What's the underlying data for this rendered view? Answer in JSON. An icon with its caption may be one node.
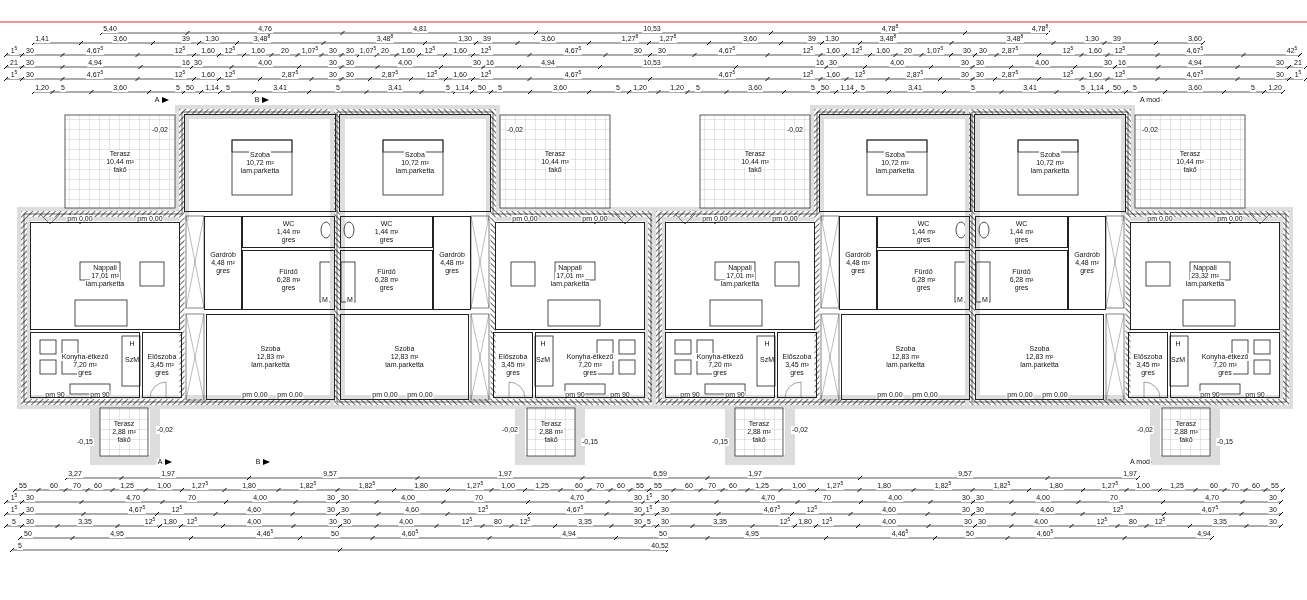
{
  "diagram": {
    "nodes": [
      {
        "text": [
          "Terasz",
          "10,44 m²",
          "fakő"
        ]
      },
      {
        "text": [
          "Nappali",
          "17,01 m²",
          "lam.parketta"
        ]
      },
      {
        "text": [
          "Konyha-étkező",
          "7,20 m²",
          "gres"
        ]
      },
      {
        "text": [
          "Előszoba",
          "3,45 m²",
          "gres"
        ]
      },
      {
        "text": [
          "Szoba",
          "10,72 m²",
          "lam.parketta"
        ]
      },
      {
        "text": [
          "Gardrób",
          "4,48 m²",
          "gres"
        ]
      },
      {
        "text": [
          "WC",
          "1,44 m²",
          "gres"
        ]
      },
      {
        "text": [
          "Fürdő",
          "6,28 m²",
          "gres"
        ]
      },
      {
        "text": [
          "Szoba",
          "12,83 m²",
          "lam.parketta"
        ]
      },
      {
        "text": [
          "Terasz",
          "2,88 m²",
          "fakő"
        ]
      },
      {
        "text": [
          "Terasz",
          "10,44 m²",
          "fakő"
        ]
      },
      {
        "text": [
          "Nappali",
          "17,01 m²",
          "lam.parketta"
        ]
      },
      {
        "text": [
          "Konyha-étkező",
          "7,20 m²",
          "gres"
        ]
      },
      {
        "text": [
          "Előszoba",
          "3,45 m²",
          "gres"
        ]
      },
      {
        "text": [
          "Szoba",
          "10,72 m²",
          "lam.parketta"
        ]
      },
      {
        "text": [
          "Gardrób",
          "4,48 m²",
          "gres"
        ]
      },
      {
        "text": [
          "WC",
          "1,44 m²",
          "gres"
        ]
      },
      {
        "text": [
          "Fürdő",
          "6,28 m²",
          "gres"
        ]
      },
      {
        "text": [
          "Szoba",
          "12,83 m²",
          "lam.parketta"
        ]
      },
      {
        "text": [
          "Terasz",
          "2,88 m²",
          "fakő"
        ]
      },
      {
        "text": [
          "Terasz",
          "10,44 m²",
          "fakő"
        ]
      },
      {
        "text": [
          "Nappali",
          "17,01 m²",
          "lam.parketta"
        ]
      },
      {
        "text": [
          "Konyha-étkező",
          "7,20 m²",
          "gres"
        ]
      },
      {
        "text": [
          "Előszoba",
          "3,45 m²",
          "gres"
        ]
      },
      {
        "text": [
          "Szoba",
          "10,72 m²",
          "lam.parketta"
        ]
      },
      {
        "text": [
          "Gardrób",
          "4,48 m²",
          "gres"
        ]
      },
      {
        "text": [
          "WC",
          "1,44 m²",
          "gres"
        ]
      },
      {
        "text": [
          "Fürdő",
          "6,28 m²",
          "gres"
        ]
      },
      {
        "text": [
          "Szoba",
          "12,83 m²",
          "lam.parketta"
        ]
      },
      {
        "text": [
          "Terasz",
          "2,88 m²",
          "fakő"
        ]
      },
      {
        "text": [
          "Terasz",
          "10,44 m²",
          "fakő"
        ]
      },
      {
        "text": [
          "Nappali",
          "23,32 m²",
          "lam.parketta"
        ]
      },
      {
        "text": [
          "Konyha-étkező",
          "7,20 m²",
          "gres"
        ]
      },
      {
        "text": [
          "Előszoba",
          "3,45 m²",
          "gres"
        ]
      },
      {
        "text": [
          "Szoba",
          "10,72 m²",
          "lam.parketta"
        ]
      },
      {
        "text": [
          "Gardrób",
          "4,48 m²",
          "gres"
        ]
      },
      {
        "text": [
          "WC",
          "1,44 m²",
          "gres"
        ]
      },
      {
        "text": [
          "Fürdő",
          "6,28 m²",
          "gres"
        ]
      },
      {
        "text": [
          "Szoba",
          "12,83 m²",
          "lam.parketta"
        ]
      },
      {
        "text": [
          "Terasz",
          "2,88 m²",
          "fakő"
        ]
      }
    ],
    "labels": [
      "5,40",
      "4,76",
      "4,81",
      "10,53",
      "4,78$^{8}$",
      "4,78$^{8}$",
      "1,41",
      "3,60",
      "39",
      "1,30",
      "3,48$^{8}$",
      "3,48$^{8}$",
      "1,30",
      "39",
      "3,60",
      "1,27$^{8}$",
      "1,27$^{8}$",
      "3,60",
      "39",
      "1,30",
      "3,48$^{8}$",
      "3,48$^{8}$",
      "1,30",
      "39",
      "3,60",
      "1$^{5}$",
      "30",
      "4,67$^{5}$",
      "12$^{5}$",
      "1,60",
      "12$^{5}$",
      "1,60",
      "20",
      "1,07$^{5}$",
      "30",
      "30",
      "1,07$^{5}$",
      "20",
      "1,60",
      "12$^{5}$",
      "1,60",
      "12$^{5}$",
      "4,67$^{5}$",
      "30",
      "30",
      "4,67$^{5}$",
      "12$^{5}$",
      "1,60",
      "12$^{5}$",
      "1,60",
      "20",
      "1,07$^{5}$",
      "30",
      "30",
      "2,87$^{5}$",
      "12$^{5}$",
      "1,60",
      "12$^{5}$",
      "4,67$^{5}$",
      "42$^{5}$",
      "21",
      "30",
      "4,94",
      "16",
      "30",
      "4,00",
      "30",
      "30",
      "4,00",
      "30",
      "16",
      "4,94",
      "10,53",
      "16",
      "30",
      "4,00",
      "30",
      "30",
      "4,00",
      "30",
      "16",
      "4,94",
      "30",
      "21",
      "1$^{5}$",
      "30",
      "4,67$^{5}$",
      "12$^{5}$",
      "1,60",
      "12$^{5}$",
      "2,87$^{5}$",
      "30",
      "30",
      "2,87$^{5}$",
      "12$^{5}$",
      "1,60",
      "12$^{5}$",
      "4,67$^{5}$",
      "4,67$^{5}$",
      "12$^{5}$",
      "1,60",
      "12$^{5}$",
      "2,87$^{5}$",
      "30",
      "30",
      "2,87$^{5}$",
      "12$^{5}$",
      "1,60",
      "12$^{5}$",
      "4,67$^{5}$",
      "30",
      "1$^{5}$",
      "1,20",
      "5",
      "3,60",
      "5",
      "50",
      "1,14",
      "5",
      "3,41",
      "5",
      "3,41",
      "5",
      "1,14",
      "50",
      "5",
      "3,60",
      "5",
      "1,20",
      "1,20",
      "5",
      "3,60",
      "5",
      "50",
      "1,14",
      "5",
      "3,41",
      "5",
      "3,41",
      "5",
      "1,14",
      "50",
      "5",
      "3,60",
      "5",
      "1,20",
      "3,27",
      "1,97",
      "9,57",
      "1,97",
      "6,59",
      "1,97",
      "9,57",
      "1,97",
      "55",
      "60",
      "70",
      "60",
      "1,25",
      "1,00",
      "1,27$^{5}$",
      "1,80",
      "1,82$^{5}$",
      "1,82$^{5}$",
      "1,80",
      "1,27$^{5}$",
      "1,00",
      "1,25",
      "60",
      "70",
      "60",
      "55",
      "55",
      "60",
      "70",
      "60",
      "1,25",
      "1,00",
      "1,27$^{5}$",
      "1,80",
      "1,82$^{5}$",
      "1,82$^{5}$",
      "1,80",
      "1,27$^{5}$",
      "1,00",
      "1,25",
      "60",
      "70",
      "60",
      "55",
      "1$^{5}$",
      "30",
      "4,70",
      "70",
      "4,00",
      "30",
      "30",
      "4,00",
      "70",
      "4,70",
      "30",
      "1$^{5}$",
      "30",
      "4,70",
      "70",
      "4,00",
      "30",
      "30",
      "4,00",
      "70",
      "4,70",
      "30",
      "1$^{5}$",
      "30",
      "4,67$^{5}$",
      "12$^{5}$",
      "4,60",
      "30",
      "30",
      "4,60",
      "12$^{5}$",
      "4,67$^{5}$",
      "30",
      "1$^{5}$",
      "30",
      "4,67$^{5}$",
      "12$^{5}$",
      "4,60",
      "30",
      "30",
      "4,60",
      "12$^{5}$",
      "4,67$^{5}$",
      "30",
      "5",
      "30",
      "3,35",
      "12$^{5}$",
      "1,80",
      "12$^{5}$",
      "4,00",
      "30",
      "30",
      "4,00",
      "12$^{5}$",
      "80",
      "12$^{5}$",
      "3,35",
      "30",
      "5",
      "30",
      "3,35",
      "12$^{5}$",
      "1,80",
      "12$^{5}$",
      "4,00",
      "30",
      "30",
      "4,00",
      "12$^{5}$",
      "80",
      "12$^{5}$",
      "3,35",
      "30",
      "50",
      "4,95",
      "4,46$^{5}$",
      "50",
      "4,60$^{5}$",
      "4,94",
      "50",
      "4,95",
      "4,46$^{5}$",
      "50",
      "4,60$^{5}$",
      "4,94",
      "5",
      "40,52",
      "pm 0,00",
      "pm 0,00",
      "pm 90",
      "pm 90",
      "pm 0,00",
      "pm 0,00",
      "H",
      "SzM",
      "M",
      "-0,02",
      "-0,02",
      "-0,15",
      "pm 0,00",
      "pm 0,00",
      "pm 0,00",
      "pm 0,00",
      "pm 90",
      "pm 90",
      "H",
      "SzM",
      "M",
      "-0,02",
      "-0,02",
      "-0,15",
      "pm 0,00",
      "pm 0,00",
      "pm 90",
      "pm 90",
      "pm 0,00",
      "pm 0,00",
      "H",
      "SzM",
      "M",
      "-0,02",
      "-0,02",
      "-0,15",
      "pm 0,00",
      "pm 0,00",
      "pm 0,00",
      "pm 0,00",
      "pm 90",
      "pm 90",
      "H",
      "SzM",
      "M",
      "-0,02",
      "-0,02",
      "-0,15",
      "A",
      "B",
      "A",
      "B",
      "A mod",
      "A mod"
    ]
  }
}
